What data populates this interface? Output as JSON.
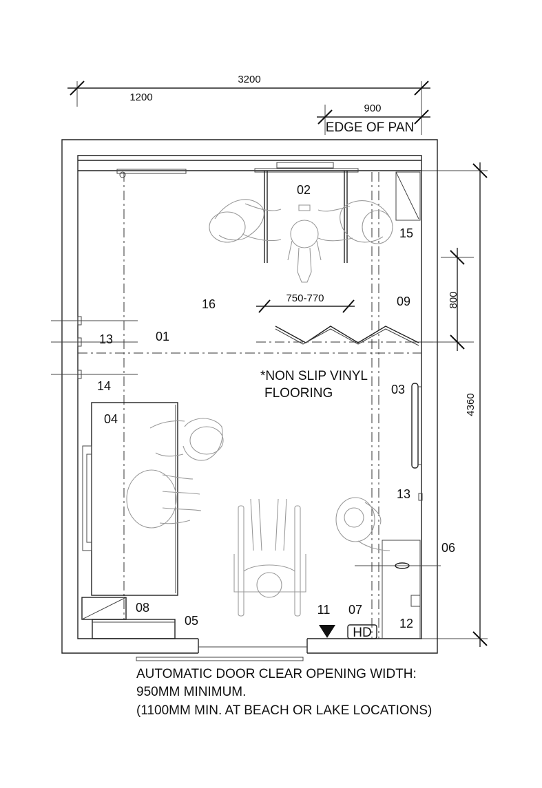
{
  "dimensions": {
    "overall_width": "3200",
    "left_offset": "1200",
    "pan_width": "900",
    "edge_of_pan": "EDGE OF PAN",
    "overall_depth": "4360",
    "pan_depth": "800",
    "rail_spacing": "750-770"
  },
  "labels": {
    "l01": "01",
    "l02": "02",
    "l03": "03",
    "l04": "04",
    "l05": "05",
    "l06": "06",
    "l07": "07",
    "l08": "08",
    "l09": "09",
    "l11": "11",
    "l12": "12",
    "l13a": "13",
    "l13b": "13",
    "l14": "14",
    "l15": "15",
    "l16": "16",
    "hd": "HD"
  },
  "flooring_note": {
    "line1": "*NON SLIP VINYL",
    "line2": "FLOORING"
  },
  "door_note": {
    "line1": "AUTOMATIC DOOR CLEAR OPENING WIDTH:",
    "line2": "950MM MINIMUM.",
    "line3": "(1100MM MIN. AT BEACH OR LAKE LOCATIONS)"
  }
}
